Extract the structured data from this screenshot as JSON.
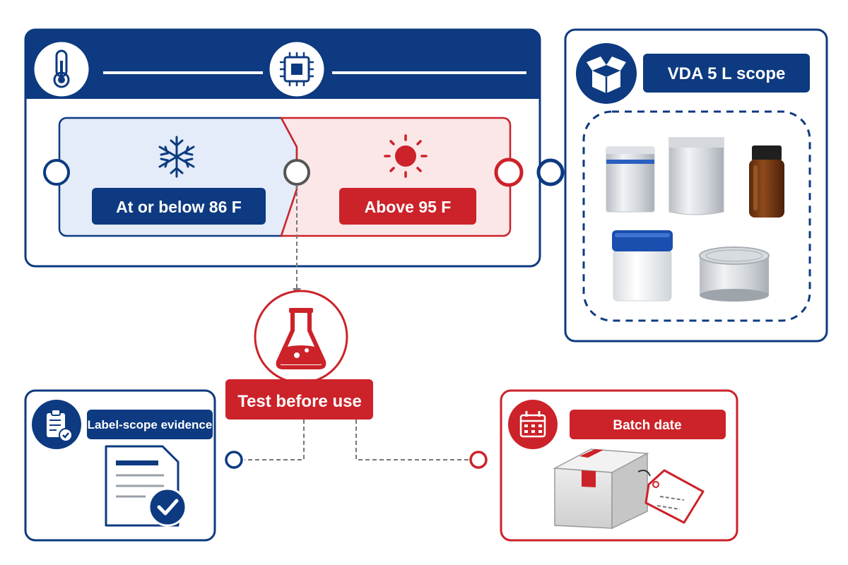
{
  "colors": {
    "navy": "#0d3a80",
    "red": "#cc2229",
    "light_blue": "#e3ecf8",
    "light_red": "#fbe7e8",
    "gray_line": "#777777"
  },
  "temperature_panel": {
    "header_icons": [
      "thermometer-icon",
      "microchip-icon"
    ],
    "cold_zone": {
      "icon": "snowflake-icon",
      "label": "At or below 86 F"
    },
    "hot_zone": {
      "icon": "sun-icon",
      "label": "Above 95 F"
    }
  },
  "vda_panel": {
    "icon": "open-box-icon",
    "title": "VDA 5 L scope",
    "containers": [
      "pouch-icon",
      "standup-pouch-icon",
      "amber-bottle-icon",
      "jar-icon",
      "tin-can-icon"
    ]
  },
  "test_node": {
    "icon": "flask-icon",
    "label": "Test before use"
  },
  "evidence_panel": {
    "icon": "clipboard-check-icon",
    "label": "Label-scope evidence",
    "illustration": "document-check-icon"
  },
  "batch_panel": {
    "icon": "calendar-icon",
    "label": "Batch date",
    "illustration": "tagged-box-icon"
  }
}
